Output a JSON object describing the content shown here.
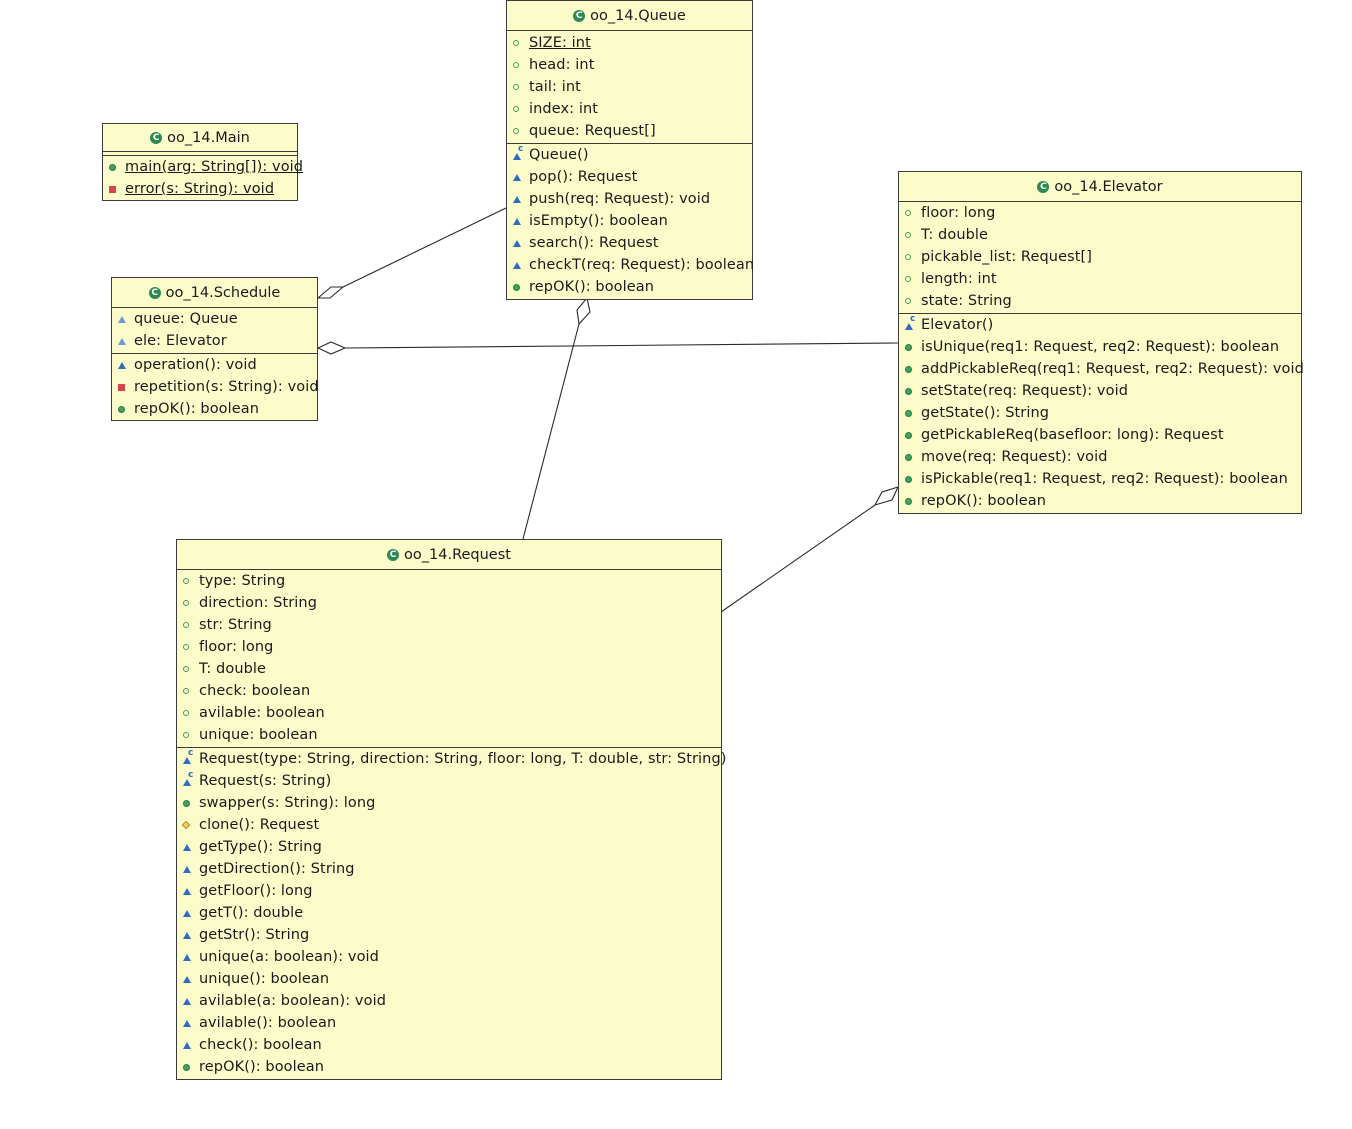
{
  "classes": {
    "queue": {
      "name": "oo_14.Queue",
      "fields": [
        {
          "vis": "public-hollow",
          "text": "SIZE: int",
          "static": true
        },
        {
          "vis": "public-hollow",
          "text": "head: int"
        },
        {
          "vis": "public-hollow",
          "text": "tail: int"
        },
        {
          "vis": "public-hollow",
          "text": "index: int"
        },
        {
          "vis": "public-hollow",
          "text": "queue: Request[]"
        }
      ],
      "methods": [
        {
          "vis": "ctor",
          "text": "Queue()"
        },
        {
          "vis": "package",
          "text": "pop(): Request"
        },
        {
          "vis": "package",
          "text": "push(req: Request): void"
        },
        {
          "vis": "package",
          "text": "isEmpty(): boolean"
        },
        {
          "vis": "package",
          "text": "search(): Request"
        },
        {
          "vis": "package",
          "text": "checkT(req: Request): boolean"
        },
        {
          "vis": "public",
          "text": "repOK(): boolean"
        }
      ]
    },
    "main": {
      "name": "oo_14.Main",
      "fields": [],
      "methods": [
        {
          "vis": "public",
          "text": "main(arg: String[]): void",
          "static": true
        },
        {
          "vis": "private",
          "text": "error(s: String): void",
          "static": true
        }
      ]
    },
    "schedule": {
      "name": "oo_14.Schedule",
      "fields": [
        {
          "vis": "package-hollow",
          "text": "queue: Queue"
        },
        {
          "vis": "package-hollow",
          "text": "ele: Elevator"
        }
      ],
      "methods": [
        {
          "vis": "package",
          "text": "operation(): void"
        },
        {
          "vis": "private",
          "text": "repetition(s: String): void"
        },
        {
          "vis": "public",
          "text": "repOK(): boolean"
        }
      ]
    },
    "elevator": {
      "name": "oo_14.Elevator",
      "fields": [
        {
          "vis": "public-hollow",
          "text": "floor: long"
        },
        {
          "vis": "public-hollow",
          "text": "T: double"
        },
        {
          "vis": "public-hollow",
          "text": "pickable_list: Request[]"
        },
        {
          "vis": "public-hollow",
          "text": "length: int"
        },
        {
          "vis": "public-hollow",
          "text": "state: String"
        }
      ],
      "methods": [
        {
          "vis": "ctor",
          "text": "Elevator()"
        },
        {
          "vis": "public",
          "text": "isUnique(req1: Request, req2: Request): boolean"
        },
        {
          "vis": "public",
          "text": "addPickableReq(req1: Request, req2: Request): void"
        },
        {
          "vis": "public",
          "text": "setState(req: Request): void"
        },
        {
          "vis": "public",
          "text": "getState(): String"
        },
        {
          "vis": "public",
          "text": "getPickableReq(basefloor: long): Request"
        },
        {
          "vis": "public",
          "text": "move(req: Request): void"
        },
        {
          "vis": "public",
          "text": "isPickable(req1: Request, req2: Request): boolean"
        },
        {
          "vis": "public",
          "text": "repOK(): boolean"
        }
      ]
    },
    "request": {
      "name": "oo_14.Request",
      "fields": [
        {
          "vis": "public-hollow",
          "text": "type: String"
        },
        {
          "vis": "public-hollow",
          "text": "direction: String"
        },
        {
          "vis": "public-hollow",
          "text": "str: String"
        },
        {
          "vis": "public-hollow",
          "text": "floor: long"
        },
        {
          "vis": "public-hollow",
          "text": "T: double"
        },
        {
          "vis": "public-hollow",
          "text": "check: boolean"
        },
        {
          "vis": "public-hollow",
          "text": "avilable: boolean"
        },
        {
          "vis": "public-hollow",
          "text": "unique: boolean"
        }
      ],
      "methods": [
        {
          "vis": "ctor",
          "text": "Request(type: String, direction: String, floor: long, T: double, str: String)"
        },
        {
          "vis": "ctor",
          "text": "Request(s: String)"
        },
        {
          "vis": "public",
          "text": "swapper(s: String): long"
        },
        {
          "vis": "protected",
          "text": "clone(): Request"
        },
        {
          "vis": "package",
          "text": "getType(): String"
        },
        {
          "vis": "package",
          "text": "getDirection(): String"
        },
        {
          "vis": "package",
          "text": "getFloor(): long"
        },
        {
          "vis": "package",
          "text": "getT(): double"
        },
        {
          "vis": "package",
          "text": "getStr(): String"
        },
        {
          "vis": "package",
          "text": "unique(a: boolean): void"
        },
        {
          "vis": "package",
          "text": "unique(): boolean"
        },
        {
          "vis": "package",
          "text": "avilable(a: boolean): void"
        },
        {
          "vis": "package",
          "text": "avilable(): boolean"
        },
        {
          "vis": "package",
          "text": "check(): boolean"
        },
        {
          "vis": "public",
          "text": "repOK(): boolean"
        }
      ]
    }
  },
  "class_icon_glyph": "C",
  "ctor_glyph": "c",
  "colors": {
    "class_fill": "#fcfcca",
    "border": "#3b3b3b",
    "public": "#3fa35c",
    "private": "#d9434b",
    "package": "#2f6cc0",
    "protected": "#f5d05a"
  },
  "relations": [
    {
      "from": "schedule",
      "to": "queue",
      "kind": "aggregation"
    },
    {
      "from": "schedule",
      "to": "elevator",
      "kind": "aggregation"
    },
    {
      "from": "queue",
      "to": "request",
      "kind": "aggregation"
    },
    {
      "from": "elevator",
      "to": "request",
      "kind": "aggregation"
    }
  ]
}
